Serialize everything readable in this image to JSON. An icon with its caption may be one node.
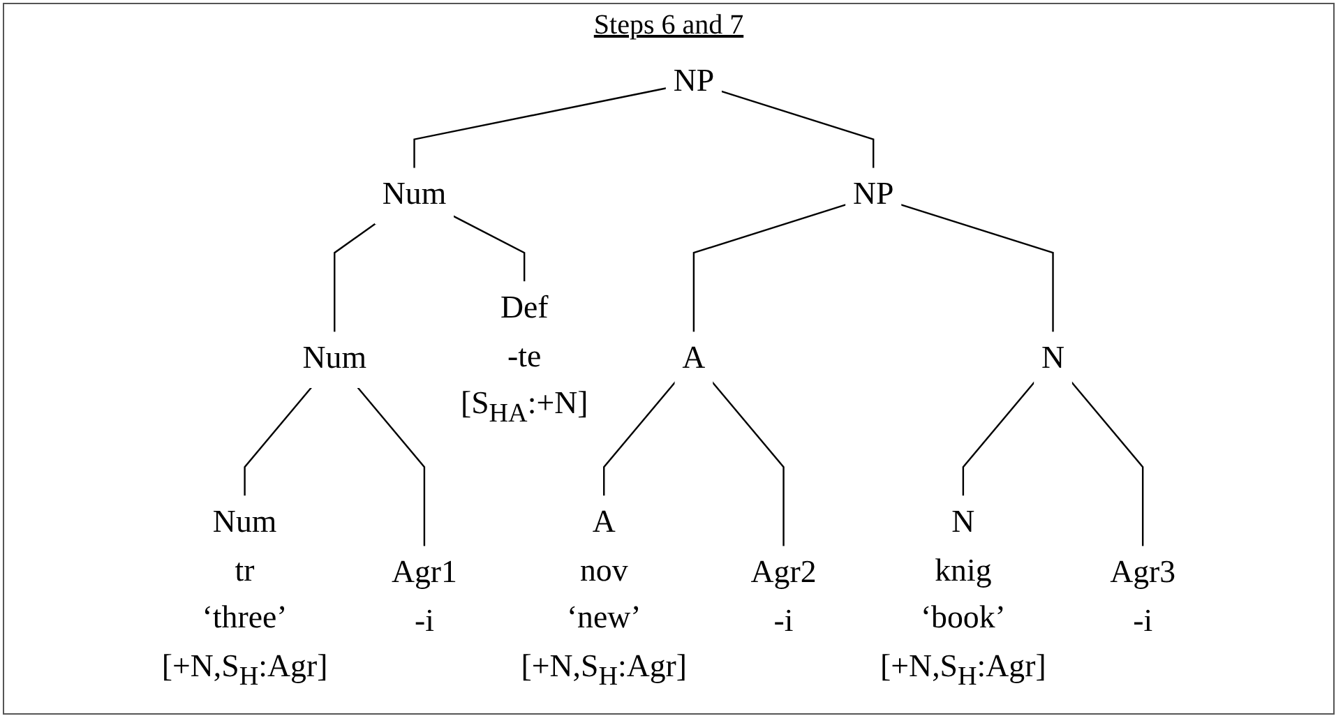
{
  "diagram": {
    "title": "Steps 6 and 7",
    "nodes": [
      {
        "text": [
          "NP"
        ]
      },
      {
        "text": [
          "Num"
        ]
      },
      {
        "text": [
          "NP"
        ]
      },
      {
        "text": [
          "Num"
        ]
      },
      {
        "text": [
          "Def",
          "-te",
          "[S$_{HA}$:+N]"
        ]
      },
      {
        "text": [
          "A"
        ]
      },
      {
        "text": [
          "N"
        ]
      },
      {
        "text": [
          "Num",
          "tr",
          "‘three’",
          "[+N,S$_{H}$:Agr]"
        ]
      },
      {
        "text": [
          "Agr1",
          "-i"
        ]
      },
      {
        "text": [
          "A",
          "nov",
          "‘new’",
          "[+N,S$_{H}$:Agr]"
        ]
      },
      {
        "text": [
          "Agr2",
          "-i"
        ]
      },
      {
        "text": [
          "N",
          "knig",
          "‘book’",
          "[+N,S$_{H}$:Agr]"
        ]
      },
      {
        "text": [
          "Agr3",
          "-i"
        ]
      }
    ],
    "edges": [
      {
        "from": 0,
        "to": 1,
        "arrow": "none"
      },
      {
        "from": 0,
        "to": 2,
        "arrow": "none"
      },
      {
        "from": 1,
        "to": 3,
        "arrow": "none"
      },
      {
        "from": 1,
        "to": 4,
        "arrow": "none"
      },
      {
        "from": 2,
        "to": 5,
        "arrow": "none"
      },
      {
        "from": 2,
        "to": 6,
        "arrow": "none"
      },
      {
        "from": 3,
        "to": 7,
        "arrow": "none"
      },
      {
        "from": 3,
        "to": 8,
        "arrow": "none"
      },
      {
        "from": 5,
        "to": 9,
        "arrow": "none"
      },
      {
        "from": 5,
        "to": 10,
        "arrow": "none"
      },
      {
        "from": 6,
        "to": 11,
        "arrow": "none"
      },
      {
        "from": 6,
        "to": 12,
        "arrow": "none"
      }
    ]
  }
}
